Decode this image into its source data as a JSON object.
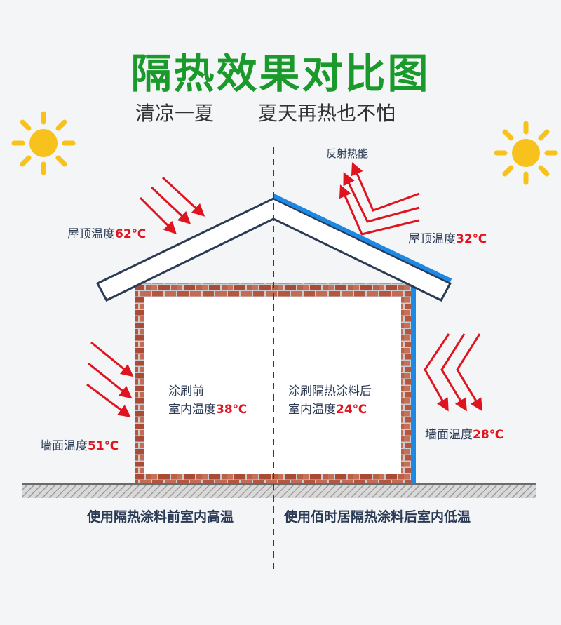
{
  "title": "隔热效果对比图",
  "subtitle_left": "清凉一夏",
  "subtitle_right": "夏天再热也不怕",
  "reflect_label": "反射热能",
  "roof_left": {
    "label": "屋顶温度",
    "value": "62℃"
  },
  "roof_right": {
    "label": "屋顶温度",
    "value": "32℃"
  },
  "wall_left": {
    "label": "墙面温度",
    "value": "51℃"
  },
  "wall_right": {
    "label": "墙面温度",
    "value": "28℃"
  },
  "indoor_left": {
    "line1": "涂刷前",
    "label": "室内温度",
    "value": "38℃"
  },
  "indoor_right": {
    "line1": "涂刷隔热涂料后",
    "label": "室内温度",
    "value": "24℃"
  },
  "caption_left": "使用隔热涂料前室内高温",
  "caption_right": "使用佰时居隔热涂料后室内低温",
  "colors": {
    "title": "#1a9a2a",
    "hot": "#e0141e",
    "coating": "#1e88e5",
    "sun": "#f7c21b",
    "brick": "#b55a45",
    "arrow": "#e0141e"
  }
}
